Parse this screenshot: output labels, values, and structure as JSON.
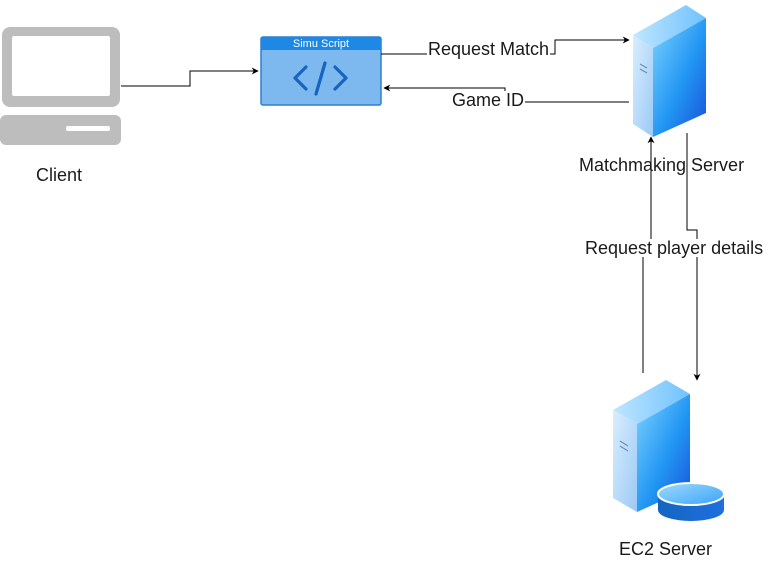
{
  "nodes": {
    "client": {
      "label": "Client",
      "icon": "desktop-computer-icon"
    },
    "script": {
      "title": "Simu Script",
      "icon": "code-icon"
    },
    "matchmaking": {
      "label": "Matchmaking Server",
      "icon": "server-tower-icon"
    },
    "ec2": {
      "label": "EC2 Server",
      "icon": "database-server-icon"
    }
  },
  "edges": {
    "request_match": "Request Match",
    "game_id": "Game ID",
    "request_player_details": "Request player details"
  },
  "colors": {
    "script_fill": "#7DB8EE",
    "script_header": "#1E88E5",
    "script_border": "#2F7FCF",
    "code_glyph": "#1565C0",
    "client_gray": "#B7B7B7",
    "server_blue": "#1E88E5",
    "edge": "#000000"
  }
}
